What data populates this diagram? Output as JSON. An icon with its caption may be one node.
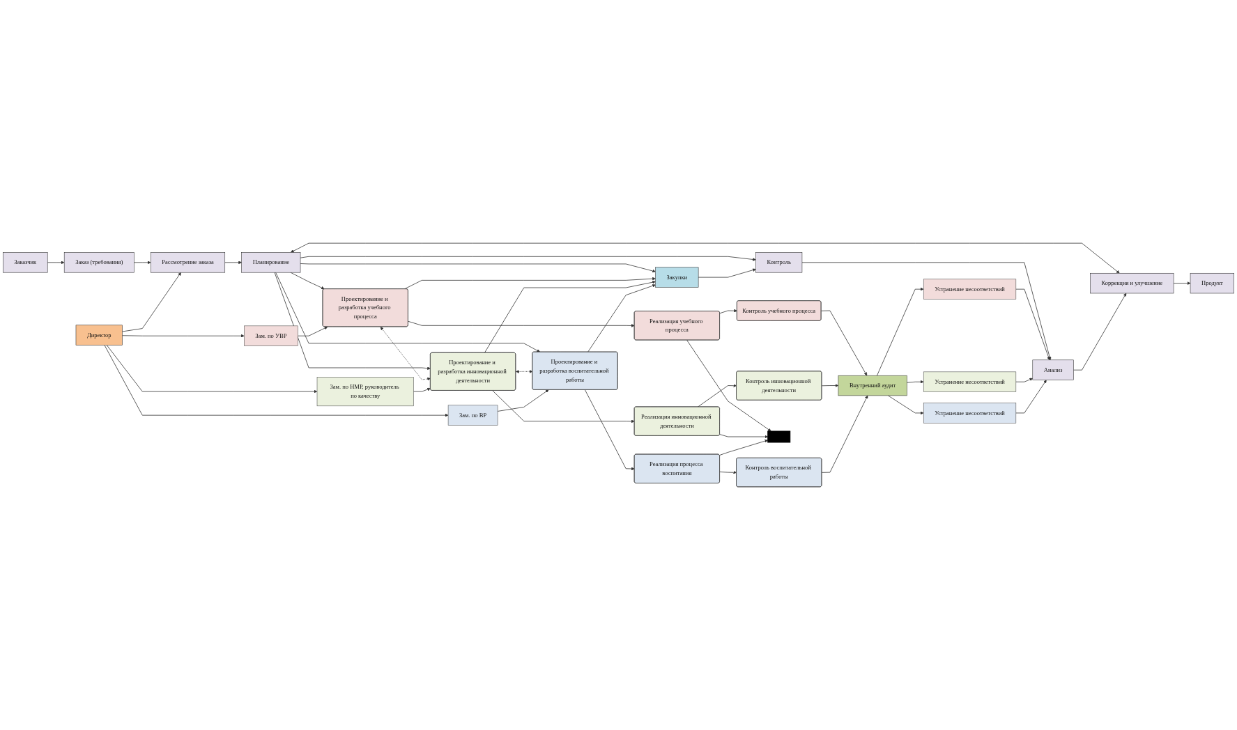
{
  "diagram": {
    "nodes": [
      {
        "text": [
          "Заказчик"
        ]
      },
      {
        "text": [
          "Заказ (требования)"
        ]
      },
      {
        "text": [
          "Коррекция и улучшение"
        ]
      },
      {
        "text": [
          "Продукт"
        ]
      },
      {
        "text": [
          "Директор"
        ]
      },
      {
        "text": [
          "Рассмотрение заказа"
        ]
      },
      {
        "text": [
          "Планирование"
        ]
      },
      {
        "text": [
          "Контроль"
        ]
      },
      {
        "text": [
          "Закупки"
        ]
      },
      {
        "text": [
          "Анализ"
        ]
      },
      {
        "text": [
          "Зам. по УВР"
        ]
      },
      {
        "text": [
          "Проектирование и разработка учебного процесса"
        ]
      },
      {
        "text": [
          "Реализация учебного процесса"
        ]
      },
      {
        "text": [
          "Контроль учебного процесса"
        ]
      },
      {
        "text": [
          "Внутренний аудит"
        ]
      },
      {
        "text": [
          "Устранение несоответствий"
        ]
      },
      {
        "text": [
          "Зам. по НМР, руководитель по качеству"
        ]
      },
      {
        "text": [
          "Проектирование и разработка инновационной деятельности"
        ]
      },
      {
        "text": [
          "Реализация инновационной деятельности"
        ]
      },
      {
        "text": [
          "Контроль инновационной деятельности"
        ]
      },
      {
        "text": [
          "Устранение несоответствий"
        ]
      },
      {
        "text": [
          "Зам. по ВР"
        ]
      },
      {
        "text": [
          "Проектирование и разработка воспитательной работы"
        ]
      },
      {
        "text": [
          "Реализация процесса воспитания"
        ]
      },
      {
        "text": [
          "Контроль воспитательной работы"
        ]
      },
      {
        "text": [
          "Устранение несоответствий"
        ]
      },
      {
        "text": [],
        "shape": "bar"
      }
    ],
    "edges": [
      {
        "from": 0,
        "to": 1,
        "arrow": "to"
      },
      {
        "from": 1,
        "to": 5,
        "arrow": "to"
      },
      {
        "from": 4,
        "to": 5,
        "arrow": "to"
      },
      {
        "from": 5,
        "to": 6,
        "arrow": "to"
      },
      {
        "from": 6,
        "to": 2,
        "arrow": "both"
      },
      {
        "from": 2,
        "to": 3,
        "arrow": "to"
      },
      {
        "from": 6,
        "to": 7,
        "arrow": "to"
      },
      {
        "from": 6,
        "to": 8,
        "arrow": "to"
      },
      {
        "from": 8,
        "to": 7,
        "arrow": "to"
      },
      {
        "from": 7,
        "to": 9,
        "arrow": "to"
      },
      {
        "from": 9,
        "to": 2,
        "arrow": "to"
      },
      {
        "from": 4,
        "to": 10,
        "arrow": "to"
      },
      {
        "from": 4,
        "to": 16,
        "arrow": "to"
      },
      {
        "from": 4,
        "to": 21,
        "arrow": "to"
      },
      {
        "from": 6,
        "to": 11,
        "arrow": "to"
      },
      {
        "from": 6,
        "to": 17,
        "arrow": "to"
      },
      {
        "from": 6,
        "to": 22,
        "arrow": "to"
      },
      {
        "from": 11,
        "to": 17,
        "arrow": "both",
        "style": "dashed"
      },
      {
        "from": 17,
        "to": 22,
        "arrow": "both",
        "style": "dashed"
      },
      {
        "from": 10,
        "to": 11,
        "arrow": "to"
      },
      {
        "from": 16,
        "to": 17,
        "arrow": "to"
      },
      {
        "from": 21,
        "to": 22,
        "arrow": "to"
      },
      {
        "from": 11,
        "to": 8,
        "arrow": "to"
      },
      {
        "from": 17,
        "to": 8,
        "arrow": "to"
      },
      {
        "from": 22,
        "to": 8,
        "arrow": "to"
      },
      {
        "from": 11,
        "to": 12,
        "arrow": "to"
      },
      {
        "from": 17,
        "to": 18,
        "arrow": "to"
      },
      {
        "from": 22,
        "to": 23,
        "arrow": "to"
      },
      {
        "from": 12,
        "to": 13,
        "arrow": "to"
      },
      {
        "from": 18,
        "to": 19,
        "arrow": "to"
      },
      {
        "from": 23,
        "to": 24,
        "arrow": "to"
      },
      {
        "from": 12,
        "to": 26,
        "arrow": "to"
      },
      {
        "from": 18,
        "to": 26,
        "arrow": "to"
      },
      {
        "from": 23,
        "to": 26,
        "arrow": "to"
      },
      {
        "from": 13,
        "to": 14,
        "arrow": "to"
      },
      {
        "from": 19,
        "to": 14,
        "arrow": "to"
      },
      {
        "from": 24,
        "to": 14,
        "arrow": "to"
      },
      {
        "from": 14,
        "to": 15,
        "arrow": "to"
      },
      {
        "from": 14,
        "to": 20,
        "arrow": "to"
      },
      {
        "from": 14,
        "to": 25,
        "arrow": "to"
      },
      {
        "from": 15,
        "to": 9,
        "arrow": "to"
      },
      {
        "from": 20,
        "to": 9,
        "arrow": "to"
      },
      {
        "from": 25,
        "to": 9,
        "arrow": "to"
      }
    ]
  }
}
